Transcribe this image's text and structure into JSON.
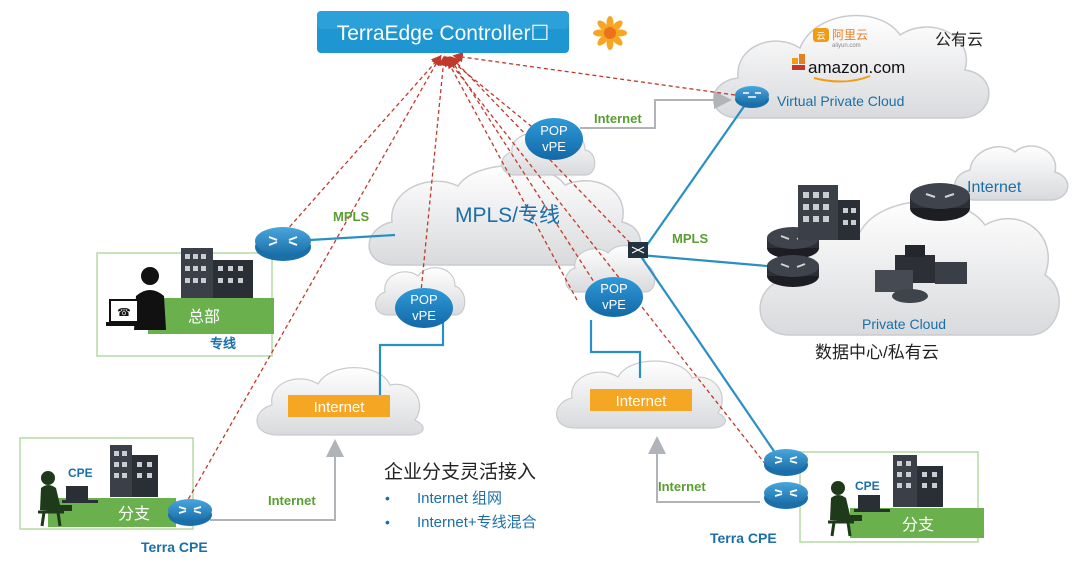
{
  "controller": {
    "label": "TerraEdge Controller☐"
  },
  "public_cloud": {
    "title": "公有云",
    "aliyun_text": "阿里云",
    "aliyun_sub": "aliyun.com",
    "amazon_text": "amazon.com",
    "vpc_label": "Virtual Private Cloud"
  },
  "mpls_cloud": {
    "label": "MPLS/专线"
  },
  "pop_top": {
    "line1": "POP",
    "line2": "vPE"
  },
  "pop_left": {
    "line1": "POP",
    "line2": "vPE"
  },
  "pop_right": {
    "line1": "POP",
    "line2": "vPE"
  },
  "private_cloud": {
    "internet_label": "Internet",
    "label": "Private Cloud",
    "caption": "数据中心/私有云"
  },
  "hq": {
    "label": "总部",
    "sublabel": "专线"
  },
  "branch_left": {
    "label": "分支",
    "cpe": "CPE",
    "device": "Terra CPE"
  },
  "branch_right": {
    "label": "分支",
    "cpe": "CPE",
    "device": "Terra CPE"
  },
  "internet_left": {
    "label": "Internet"
  },
  "internet_right": {
    "label": "Internet"
  },
  "links": {
    "mpls_hq": "MPLS",
    "mpls_right": "MPLS",
    "internet_vpc": "Internet",
    "internet_branch_left": "Internet",
    "internet_branch_right": "Internet"
  },
  "feature": {
    "title": "企业分支灵活接入",
    "items": [
      "Internet 组网",
      "Internet+专线混合"
    ]
  },
  "colors": {
    "controller": "#1e96d2",
    "link_blue": "#2a8fc4",
    "dashed_red": "#c0392b",
    "green": "#6ab04c",
    "label_green": "#5a9e32",
    "orange": "#f5a623",
    "label_blue": "#1a6fa8",
    "pop": "#1e7fc2"
  }
}
